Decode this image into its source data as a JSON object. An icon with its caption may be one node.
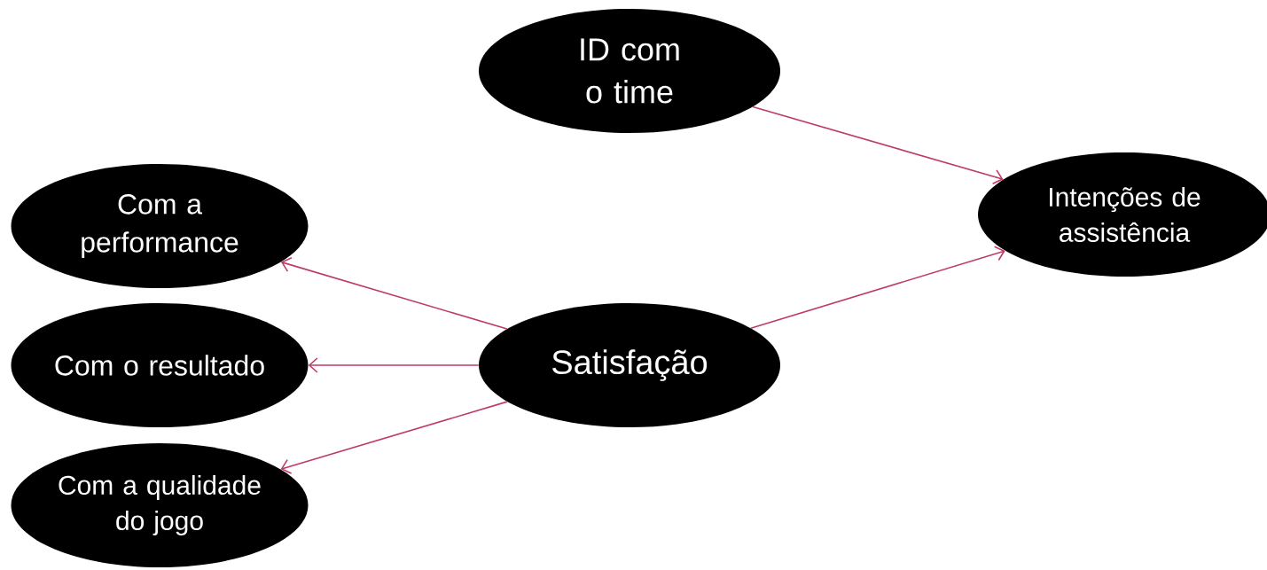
{
  "diagram": {
    "nodes": [
      {
        "text": [
          "ID com o time"
        ]
      },
      {
        "text": [
          "Intenções de assistência"
        ]
      },
      {
        "text": [
          "Com a performance"
        ]
      },
      {
        "text": [
          "Com o resultado"
        ]
      },
      {
        "text": [
          "Com a qualidade do jogo"
        ]
      },
      {
        "text": [
          "Satisfação"
        ]
      }
    ],
    "edges": [
      {
        "from": 0,
        "to": 1,
        "arrow": "to"
      },
      {
        "from": 5,
        "to": 1,
        "arrow": "to"
      },
      {
        "from": 5,
        "to": 2,
        "arrow": "to"
      },
      {
        "from": 5,
        "to": 3,
        "arrow": "to"
      },
      {
        "from": 5,
        "to": 4,
        "arrow": "to"
      }
    ]
  }
}
